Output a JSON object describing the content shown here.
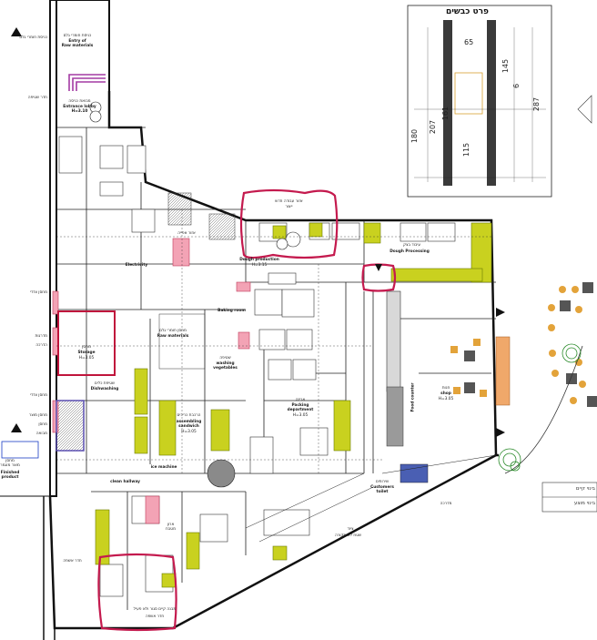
{
  "rooms": {
    "entry_he": "כניסת חומרי גלם",
    "entry_en": "Entry of\nRaw materials",
    "entrance_lobby_he": "מבואת כניסה",
    "entrance_lobby_en": "Entrance lobby\nH=3.10",
    "baking_he": "אזור אפייה",
    "electricity": "Electricity",
    "raw_he": "מחסן חומרי גלם",
    "raw_en": "Raw materials",
    "dough_production": "Dough production",
    "dough_production_h": "H=3.15",
    "dough_processing": "Dough Processing",
    "dough_he": "עיבוד בצק",
    "baking_room": "Baking room",
    "storage_he": "מחסן",
    "storage_en": "Storage",
    "storage_h": "H=3.05",
    "dishwashing_he": "שטיפת כלים",
    "dishwashing": "Dishwashing",
    "assembling_he": "הרכבת כריכים",
    "assembling": "assembling\nsandwich",
    "assembling_h": "H=3.05",
    "washing_he": "שטיפה",
    "washing": "washing\nvegetables",
    "packing_he": "אריזה",
    "packing": "Packing\ndepartment",
    "packing_h": "H=3.05",
    "shop_he": "חנות",
    "shop": "shop",
    "shop_h": "H=3.05",
    "food_counter": "Food counter",
    "ice_machine": "ice machine",
    "clean_hallway": "clean hallway",
    "customers_toilet": "Customers\ntoilet",
    "toilets_he": "שירותים",
    "finished_product": "Finished\nproduct",
    "storage2_he": "מחסן\nמוצר מוגמר",
    "waste_he": "חדר אשפה",
    "bakers_he": "ארון\nמטבח",
    "parking_he": "ציוד",
    "sidewalk_he": "מדרכה"
  },
  "side_labels": {
    "l1": "כניסת חומרי גלם",
    "l2": "חדר שטיפה",
    "l3": "מחסן צדדי",
    "l4": "מדרגות",
    "l5": "הדרכה",
    "l6": "מחסן צדדי",
    "l7": "מחסן מוצר",
    "l8": "מחסן",
    "l9": "מבואה"
  },
  "bottom_labels": {
    "b1": "מבנה קיים סגור ולא פעיל",
    "b2": "שטח לא מקורה",
    "b3": "חדר אשפה"
  },
  "legend": {
    "a": "בינוי קיים",
    "b": "בינוי מוצע"
  },
  "inset": {
    "title": "פרט כבשים",
    "d1": "180",
    "d2": "207",
    "d3": "115",
    "d4": "6",
    "d5": "287",
    "d6": "161",
    "d7": "145",
    "d8": "65"
  },
  "highlight_note": "אזור עבודה חדש",
  "highlight_note2": "ייצור"
}
